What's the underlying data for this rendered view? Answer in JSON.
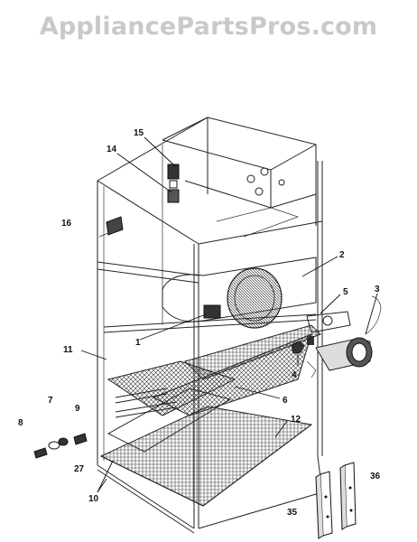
{
  "watermark": "AppliancePartsPros.com",
  "callouts": {
    "c1": "1",
    "c2": "2",
    "c3": "3",
    "c4": "4",
    "c5": "5",
    "c6": "6",
    "c7": "7",
    "c8": "8",
    "c9": "9",
    "c10": "10",
    "c11": "11",
    "c12": "12",
    "c14": "14",
    "c15": "15",
    "c16": "16",
    "c27": "27",
    "c35": "35",
    "c36": "36"
  }
}
